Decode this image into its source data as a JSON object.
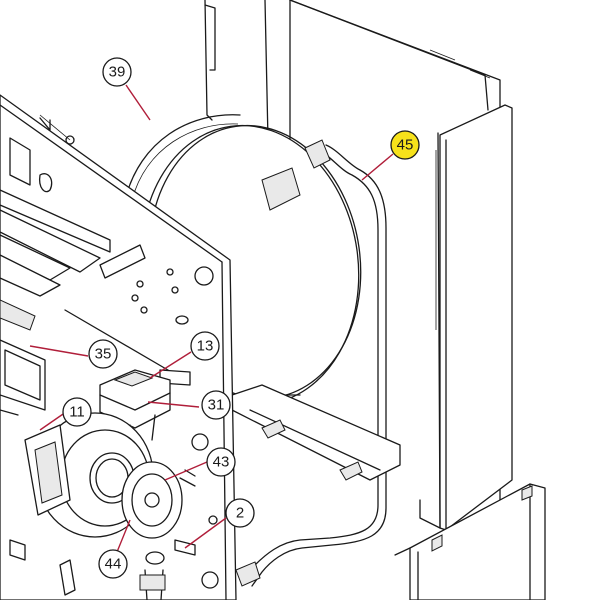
{
  "colors": {
    "highlight": "#f7e21b",
    "leader": "#b01e3a",
    "linework": "#1a1a1a",
    "background": "#ffffff"
  },
  "callouts": [
    {
      "id": "39",
      "label": "39",
      "highlighted": false
    },
    {
      "id": "45",
      "label": "45",
      "highlighted": true
    },
    {
      "id": "13",
      "label": "13",
      "highlighted": false
    },
    {
      "id": "35",
      "label": "35",
      "highlighted": false
    },
    {
      "id": "31",
      "label": "31",
      "highlighted": false
    },
    {
      "id": "11",
      "label": "11",
      "highlighted": false
    },
    {
      "id": "43",
      "label": "43",
      "highlighted": false
    },
    {
      "id": "2",
      "label": "2",
      "highlighted": false
    },
    {
      "id": "44",
      "label": "44",
      "highlighted": false
    }
  ]
}
